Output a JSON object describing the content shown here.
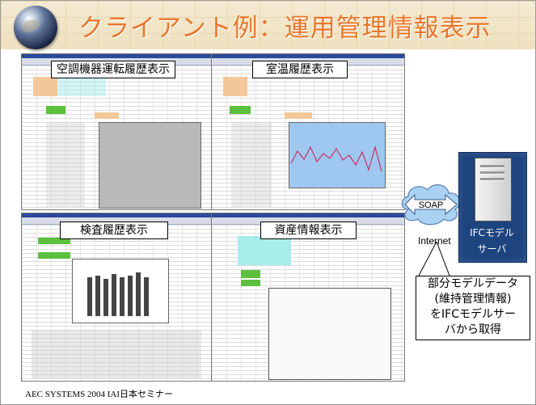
{
  "slide": {
    "title": "クライアント例：運用管理情報表示",
    "footer": "AEC SYSTEMS 2004 IAI日本セミナー"
  },
  "panels": [
    {
      "label": "空調機器運転履歴表示"
    },
    {
      "label": "室温履歴表示"
    },
    {
      "label": "検査履歴表示"
    },
    {
      "label": "資産情報表示"
    }
  ],
  "soap_label": "SOAP",
  "internet_label": "Internet",
  "server": {
    "line1": "IFCモデル",
    "line2": "サーバ"
  },
  "callout": {
    "line1": "部分モデルデータ",
    "line2": "(維持管理情報)",
    "line3": "をIFCモデルサー",
    "line4": "バから取得"
  },
  "colors": {
    "title": "#e8762b",
    "server_bg": "#1e4480",
    "chart_line": "#d0306a",
    "chart_bg_blue": "#9ec8f0"
  }
}
